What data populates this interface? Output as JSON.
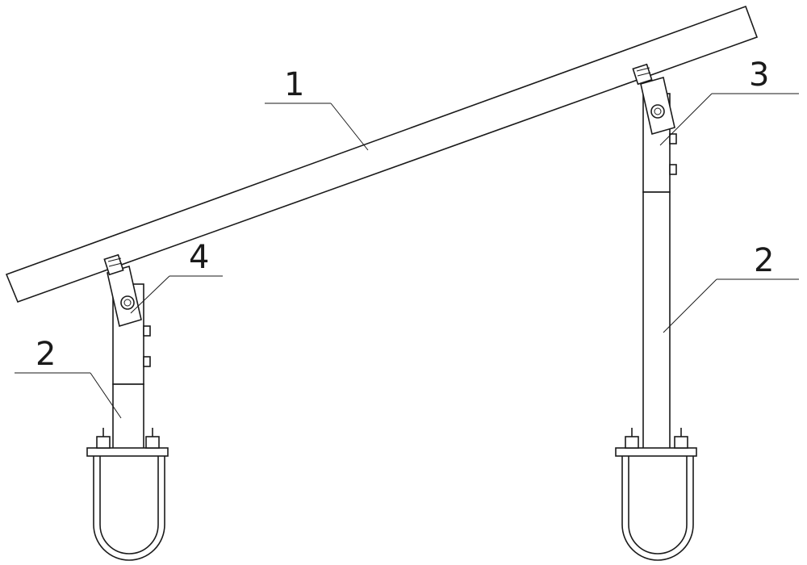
{
  "figure": {
    "labels": [
      {
        "id": "beam",
        "text": "1"
      },
      {
        "id": "front-post",
        "text": "2"
      },
      {
        "id": "rear-post",
        "text": "2"
      },
      {
        "id": "rear-bracket",
        "text": "3"
      },
      {
        "id": "front-bracket",
        "text": "4"
      }
    ],
    "colors": {
      "line": "#1a1a1a",
      "background": "#ffffff"
    }
  }
}
